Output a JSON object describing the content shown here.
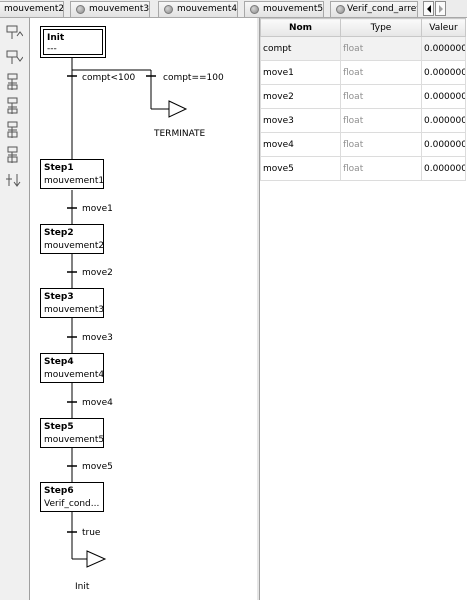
{
  "tabs": [
    {
      "label": "mouvement2",
      "has_icon": false
    },
    {
      "label": "mouvement3",
      "has_icon": true
    },
    {
      "label": "mouvement4",
      "has_icon": true
    },
    {
      "label": "mouvement5",
      "has_icon": true
    },
    {
      "label": "Verif_cond_arret",
      "has_icon": true
    }
  ],
  "toolbar": {
    "icons": [
      "step-insert-before-icon",
      "step-insert-after-icon",
      "transition-add-icon",
      "transition-add-alt-icon",
      "step-link-icon",
      "step-jump-icon",
      "move-down-icon"
    ]
  },
  "diagram": {
    "initial_step": {
      "name": "Init",
      "action": "---"
    },
    "branch_transitions": {
      "left": "compt<100",
      "right": "compt==100"
    },
    "terminate_label": "TERMINATE",
    "steps": [
      {
        "name": "Step1",
        "action": "mouvement1",
        "transition": "move1"
      },
      {
        "name": "Step2",
        "action": "mouvement2",
        "transition": "move2"
      },
      {
        "name": "Step3",
        "action": "mouvement3",
        "transition": "move3"
      },
      {
        "name": "Step4",
        "action": "mouvement4",
        "transition": "move4"
      },
      {
        "name": "Step5",
        "action": "mouvement5",
        "transition": "move5"
      },
      {
        "name": "Step6",
        "action": "Verif_cond...",
        "transition": "true"
      }
    ],
    "final_jump_label": "Init"
  },
  "variables": {
    "columns": [
      "Nom",
      "Type",
      "Valeur"
    ],
    "rows": [
      {
        "name": "compt",
        "type": "float",
        "value": "0.000000"
      },
      {
        "name": "move1",
        "type": "float",
        "value": "0.000000"
      },
      {
        "name": "move2",
        "type": "float",
        "value": "0.000000"
      },
      {
        "name": "move3",
        "type": "float",
        "value": "0.000000"
      },
      {
        "name": "move4",
        "type": "float",
        "value": "0.000000"
      },
      {
        "name": "move5",
        "type": "float",
        "value": "0.000000"
      }
    ]
  }
}
